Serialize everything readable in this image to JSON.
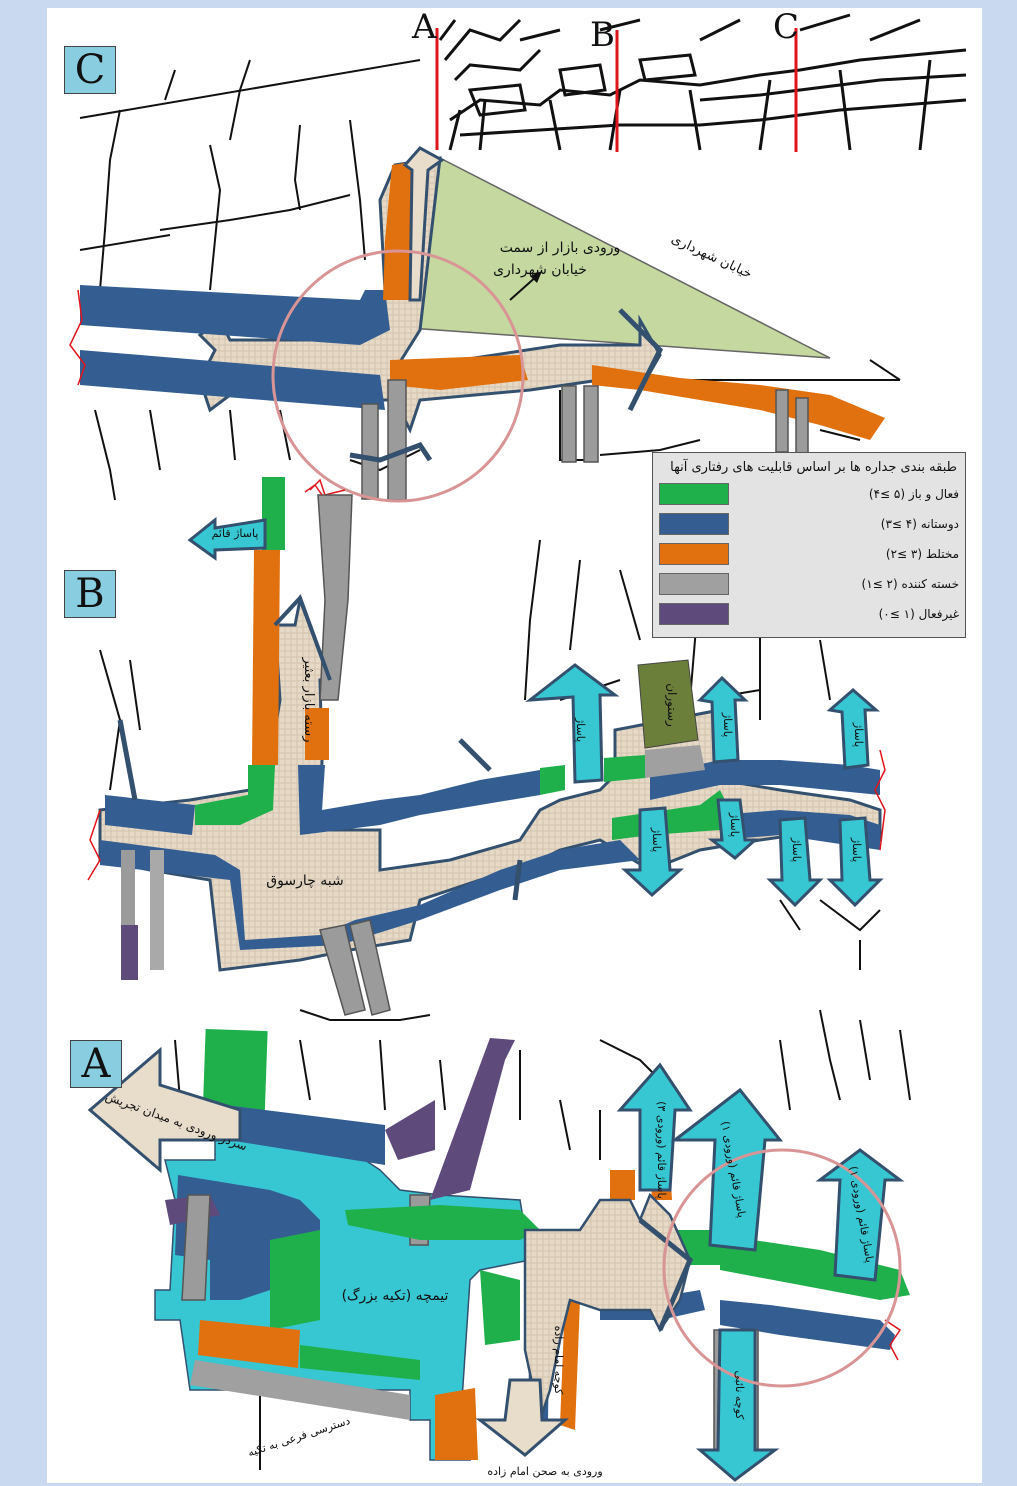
{
  "sections": {
    "c": "C",
    "b": "B",
    "a": "A"
  },
  "keymap": {
    "a": "A",
    "b": "B",
    "c": "C"
  },
  "labels": {
    "bazaar_entrance": "ورودی بازار از سمت",
    "bazaar_entrance_2": "خیابان شهرداری",
    "street_shahrdari": "خیابان شهرداری",
    "pasaj_ghaem_top": "پاساژ قائم",
    "raste_bazaar": "رسته بازار بعثیر",
    "shebh_charsough": "شبه چارسوق",
    "restaurant": "رستوران",
    "pasaj": "پاساژ",
    "sardar_entrance": "سردر ورودی به میدان تجریش",
    "timcheh": "تیمچه (تکیه بزرگ)",
    "pasaj_ghaem_entry3": "پاساژ قائم (ورودی ۳)",
    "pasaj_ghaem_entry1": "پاساژ قائم (ورودی ۱)",
    "kouche_emamzadeh": "کوچه امام زاده",
    "kouche_nayebi": "کوچه نائبی",
    "dastresi": "دسترسی فرعی به تکیه",
    "entrance_emamzadeh": "ورودی به صحن امام زاده"
  },
  "legend": {
    "title": "طبقه بندی جداره ها بر اساس قابلیت های رفتاری آنها",
    "items": [
      {
        "label": "فعال و باز (۵ ≥۴)",
        "color": "#1fb04c"
      },
      {
        "label": "دوستانه (۴ ≥۳)",
        "color": "#345e92"
      },
      {
        "label": "مختلط (۳ ≥۲)",
        "color": "#e1700f"
      },
      {
        "label": "خسته کننده (۲ ≥۱)",
        "color": "#a0a0a0"
      },
      {
        "label": "غیرفعال (۱ ≥۰)",
        "color": "#5f4a7c"
      }
    ]
  },
  "colors": {
    "active": "#1fb04c",
    "friendly": "#345e92",
    "mixed": "#e1700f",
    "boring": "#9b9b9b",
    "inactive": "#5f4a7c",
    "plaza": "#e8dccb",
    "cyan": "#37c7d2",
    "green_area": "#c4d8a0",
    "restaurant": "#6b7f3a",
    "circle": "#d99595"
  }
}
